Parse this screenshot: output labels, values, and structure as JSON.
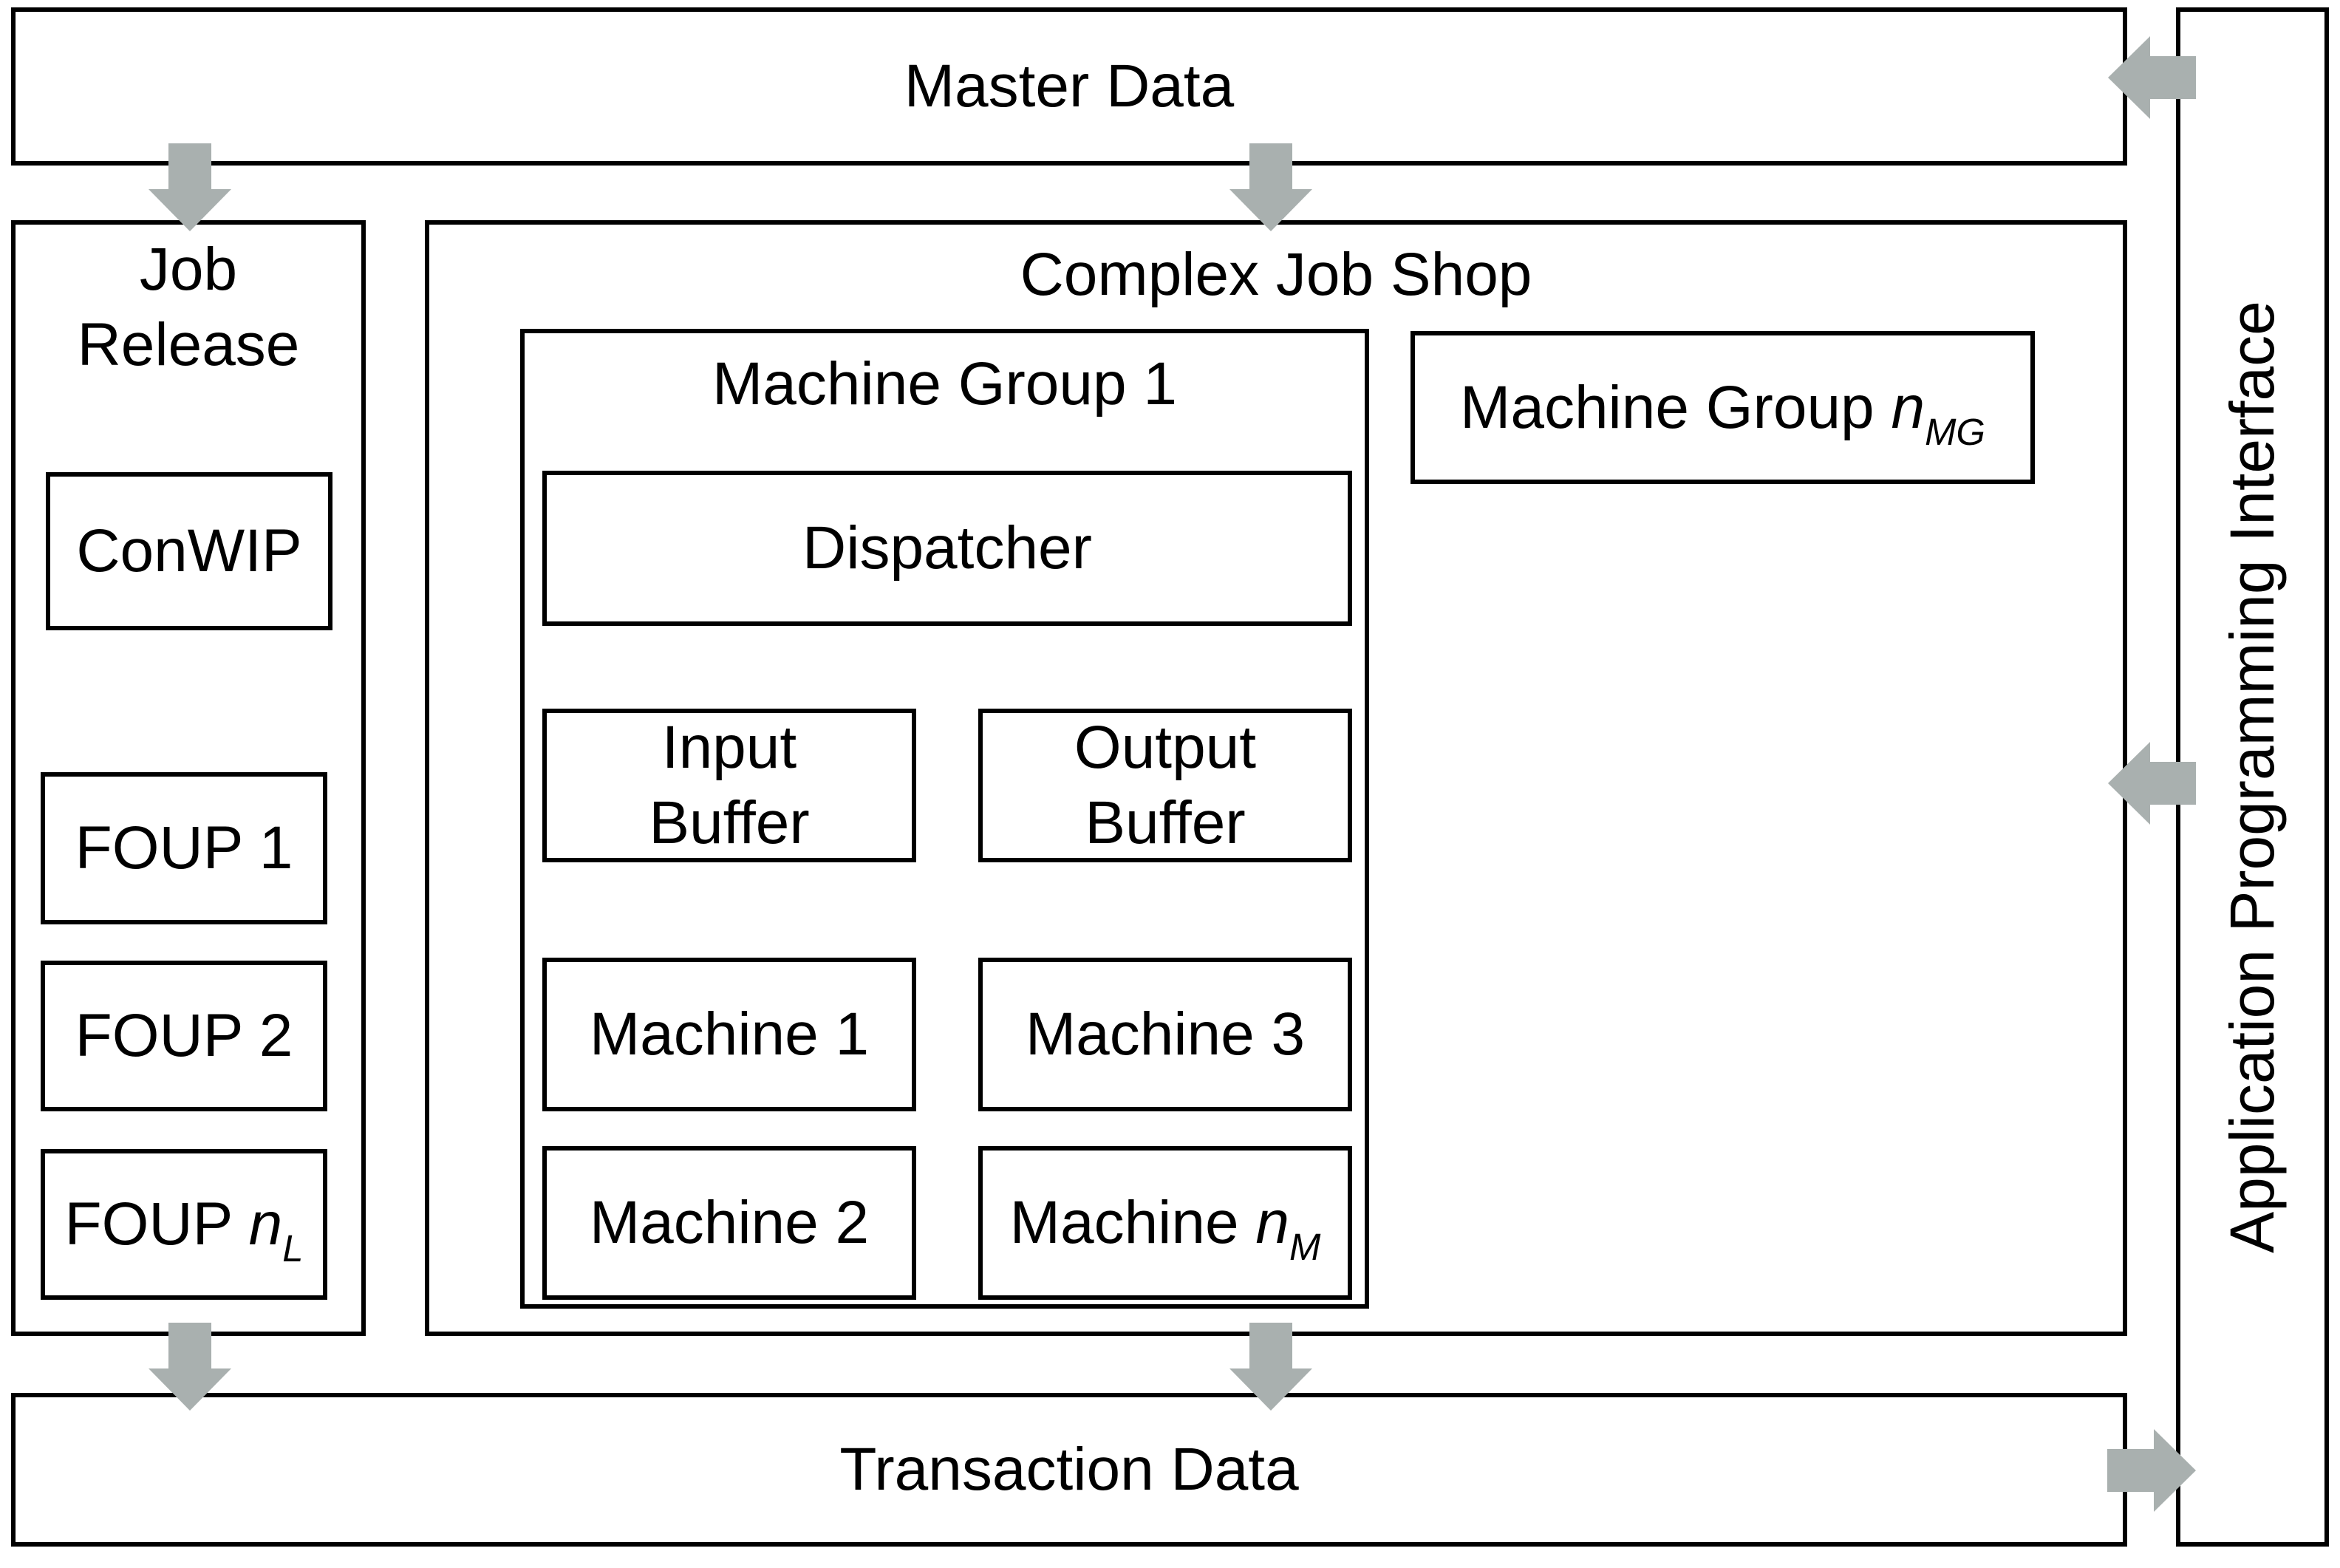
{
  "colors": {
    "arrow": "#a9b0af",
    "border": "#000000",
    "background": "#ffffff"
  },
  "master_data": {
    "label": "Master Data"
  },
  "api": {
    "label": "Application Programming Interface"
  },
  "transaction_data": {
    "label": "Transaction Data"
  },
  "job_release": {
    "line1": "Job",
    "line2": "Release",
    "conwip": "ConWIP",
    "foups": [
      {
        "prefix": "FOUP 1",
        "var": "",
        "sub": ""
      },
      {
        "prefix": "FOUP 2",
        "var": "",
        "sub": ""
      },
      {
        "prefix": "FOUP ",
        "var": "n",
        "sub": "L"
      }
    ]
  },
  "complex_job_shop": {
    "label": "Complex Job Shop",
    "machine_group_1": {
      "label": "Machine Group 1",
      "dispatcher": "Dispatcher",
      "input_buffer": {
        "line1": "Input",
        "line2": "Buffer"
      },
      "output_buffer": {
        "line1": "Output",
        "line2": "Buffer"
      },
      "machines": [
        {
          "prefix": "Machine 1",
          "var": "",
          "sub": ""
        },
        {
          "prefix": "Machine 3",
          "var": "",
          "sub": ""
        },
        {
          "prefix": "Machine 2",
          "var": "",
          "sub": ""
        },
        {
          "prefix": "Machine ",
          "var": "n",
          "sub": "M"
        }
      ]
    },
    "machine_group_n": {
      "prefix": "Machine Group ",
      "var": "n",
      "sub": "MG"
    }
  }
}
